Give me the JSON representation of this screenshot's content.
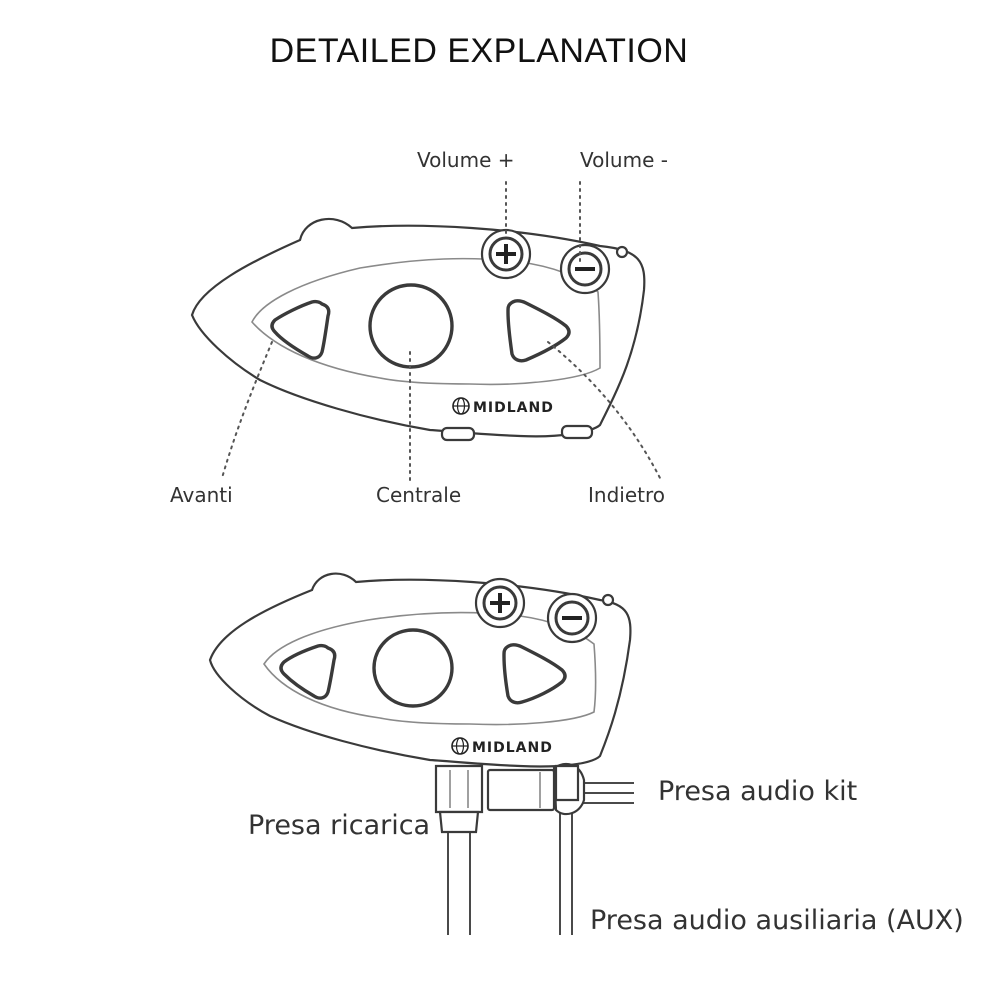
{
  "title": "DETAILED EXPLANATION",
  "brand": "MIDLAND",
  "top_diagram": {
    "labels": {
      "volume_plus": "Volume +",
      "volume_minus": "Volume -",
      "forward": "Avanti",
      "center": "Centrale",
      "back": "Indietro"
    }
  },
  "bottom_diagram": {
    "labels": {
      "charging_port": "Presa ricarica",
      "audio_kit_port": "Presa audio kit",
      "aux_port": "Presa audio ausiliaria (AUX)"
    }
  },
  "colors": {
    "stroke": "#3a3a3a",
    "background": "#ffffff",
    "text": "#333333"
  },
  "icons": [
    "plus-icon",
    "minus-icon",
    "globe-icon"
  ]
}
